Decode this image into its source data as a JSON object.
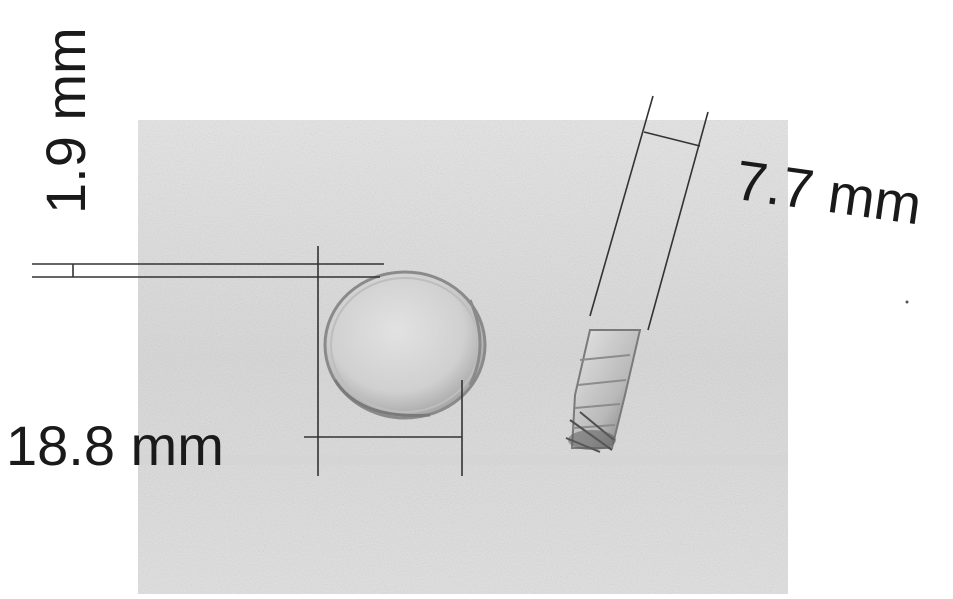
{
  "figure": {
    "labels": {
      "thickness": "1.9 mm",
      "diameter": "18.8 mm",
      "width": "7.7 mm"
    },
    "colors": {
      "background": "#ffffff",
      "photo_background": "#dcdcdc",
      "ink": "#1a1a1a",
      "sample_edge": "#7a7a7a"
    }
  }
}
